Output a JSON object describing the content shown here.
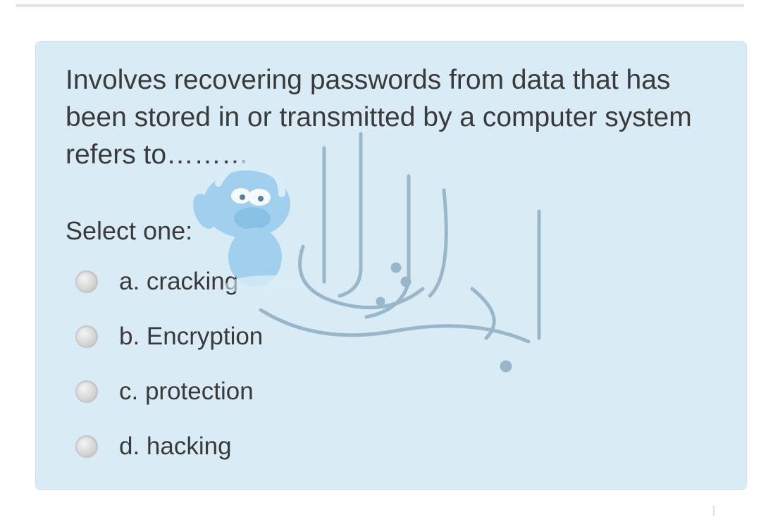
{
  "question": {
    "text": "Involves recovering passwords from data that has been stored in or transmitted by a computer system refers to………",
    "prompt": "Select one:"
  },
  "options": [
    {
      "label": "a. cracking",
      "selected": false
    },
    {
      "label": "b. Encryption",
      "selected": false
    },
    {
      "label": "c. protection",
      "selected": false
    },
    {
      "label": "d. hacking",
      "selected": false
    }
  ],
  "colors": {
    "card_background": "#d9ecf6",
    "text": "#3a3a3a",
    "watermark": "#6e95ad"
  }
}
